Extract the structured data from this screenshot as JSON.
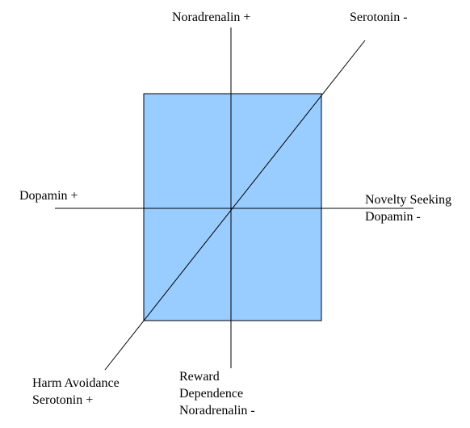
{
  "colors": {
    "box_fill": "#99ccff",
    "box_stroke": "#000000",
    "axis_stroke": "#000000",
    "background": "#ffffff"
  },
  "labels": {
    "top": "Noradrenalin +",
    "top_right": "Serotonin -",
    "left": "Dopamin +",
    "right": [
      "Novelty Seeking",
      "Dopamin -"
    ],
    "bottom": [
      "Reward",
      "Dependence",
      "Noradrenalin -"
    ],
    "bottom_left": [
      "Harm Avoidance",
      "Serotonin +"
    ]
  }
}
